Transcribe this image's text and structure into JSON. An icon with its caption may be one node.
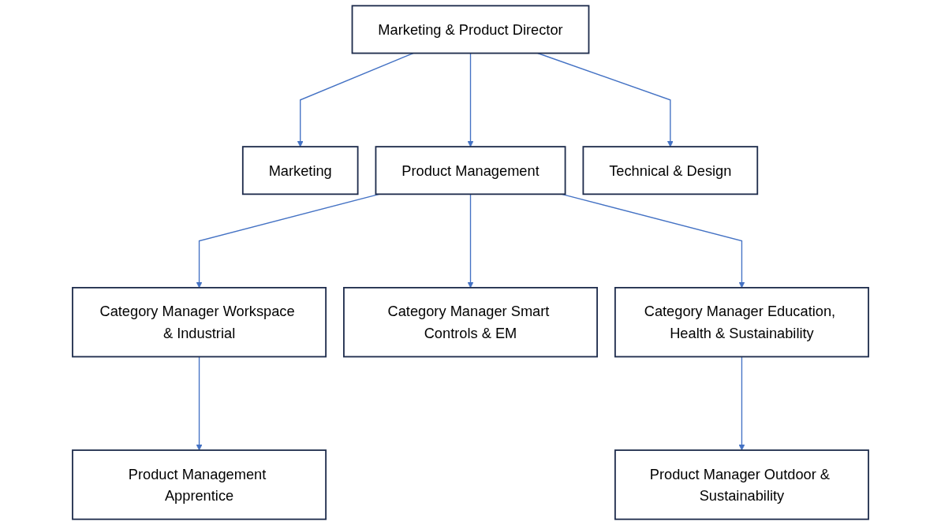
{
  "diagram": {
    "nodes": [
      {
        "text": [
          "Marketing & Product Director"
        ]
      },
      {
        "text": [
          "Marketing"
        ]
      },
      {
        "text": [
          "Product Management"
        ]
      },
      {
        "text": [
          "Technical & Design"
        ]
      },
      {
        "text": [
          "Category Manager Workspace & Industrial"
        ]
      },
      {
        "text": [
          "Category Manager Smart Controls & EM"
        ]
      },
      {
        "text": [
          "Category Manager Education, Health & Sustainability"
        ]
      },
      {
        "text": [
          "Product Manager Outdoor & Sustainability"
        ]
      },
      {
        "text": [
          "Product Management Apprentice"
        ]
      }
    ],
    "edges": [
      {
        "from": 0,
        "to": 1,
        "arrow": "to"
      },
      {
        "from": 0,
        "to": 2,
        "arrow": "to"
      },
      {
        "from": 0,
        "to": 3,
        "arrow": "to"
      },
      {
        "from": 2,
        "to": 4,
        "arrow": "to"
      },
      {
        "from": 2,
        "to": 5,
        "arrow": "to"
      },
      {
        "from": 2,
        "to": 6,
        "arrow": "to"
      },
      {
        "from": 6,
        "to": 7,
        "arrow": "to"
      },
      {
        "from": 4,
        "to": 8,
        "arrow": "to"
      }
    ]
  }
}
